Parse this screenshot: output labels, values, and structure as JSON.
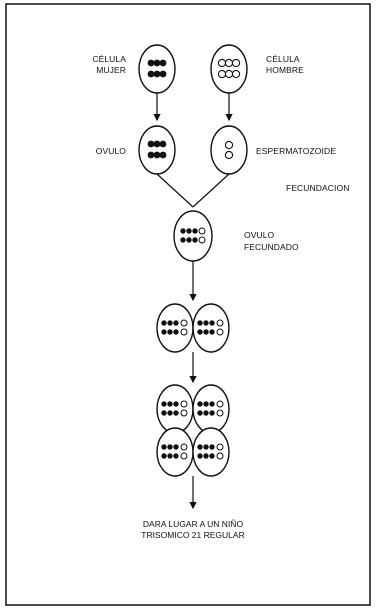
{
  "labels": {
    "cell_female": [
      "CÉLULA",
      "MUJER"
    ],
    "cell_male": [
      "CÉLULA",
      "HOMBRE"
    ],
    "ovum": "OVULO",
    "sperm": "ESPERMATOZOIDE",
    "fertilization": "FECUNDACION",
    "fertilized_ovum": [
      "OVULO",
      "FECUNDADO"
    ],
    "result": [
      "DARA LUGAR A UN NIÑO",
      "TRISOMICO 21 REGULAR"
    ]
  },
  "colors": {
    "line": "#111111",
    "filled_chromosome": "#111111",
    "hollow_chromosome": "#ffffff",
    "background": "#ffffff"
  }
}
